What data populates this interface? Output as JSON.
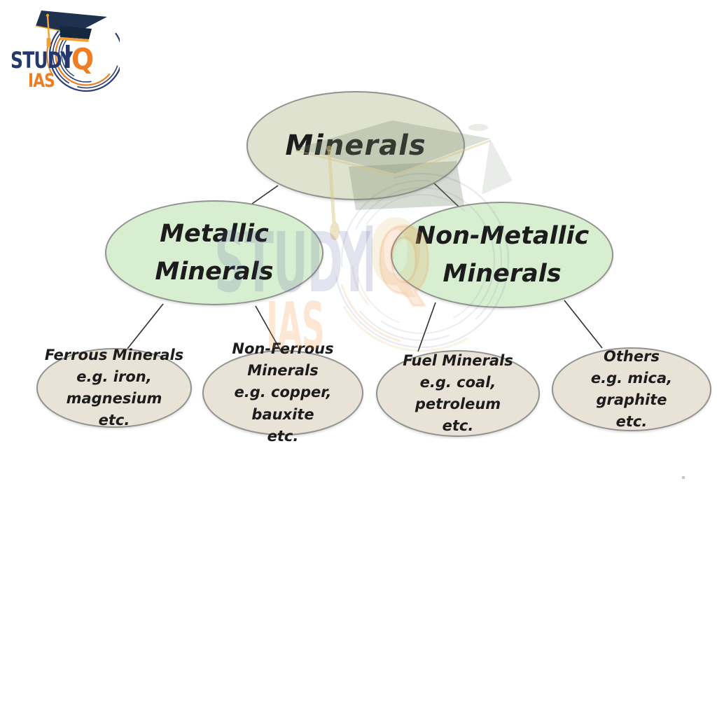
{
  "logo": {
    "study": "STUDY",
    "iq_i": "I",
    "iq_q": "Q",
    "ias": "IAS"
  },
  "watermark": {
    "study": "STUDY",
    "iq_q": "Q",
    "ias": "IAS"
  },
  "colors": {
    "brand_navy": "#24396b",
    "brand_orange": "#ef7d23",
    "root_fill": "#dee2cf",
    "branch_fill": "#d8eed1",
    "leaf_fill": "#e9e2d6",
    "ellipse_border": "#91938f",
    "connector": "#303030",
    "text": "#1c1c1c"
  },
  "diagram": {
    "root": {
      "label": "Minerals"
    },
    "branches": [
      {
        "label_lines": [
          "Metallic",
          "Minerals"
        ]
      },
      {
        "label_lines": [
          "Non-Metallic",
          "Minerals"
        ]
      }
    ],
    "leaves": [
      {
        "label_lines": [
          "Ferrous Minerals",
          "e.g. iron, magnesium",
          "etc."
        ]
      },
      {
        "label_lines": [
          "Non-Ferrous Minerals",
          "e.g. copper, bauxite",
          "etc."
        ]
      },
      {
        "label_lines": [
          "Fuel Minerals",
          "e.g. coal, petroleum",
          "etc."
        ]
      },
      {
        "label_lines": [
          "Others",
          "e.g. mica, graphite",
          "etc."
        ]
      }
    ]
  }
}
